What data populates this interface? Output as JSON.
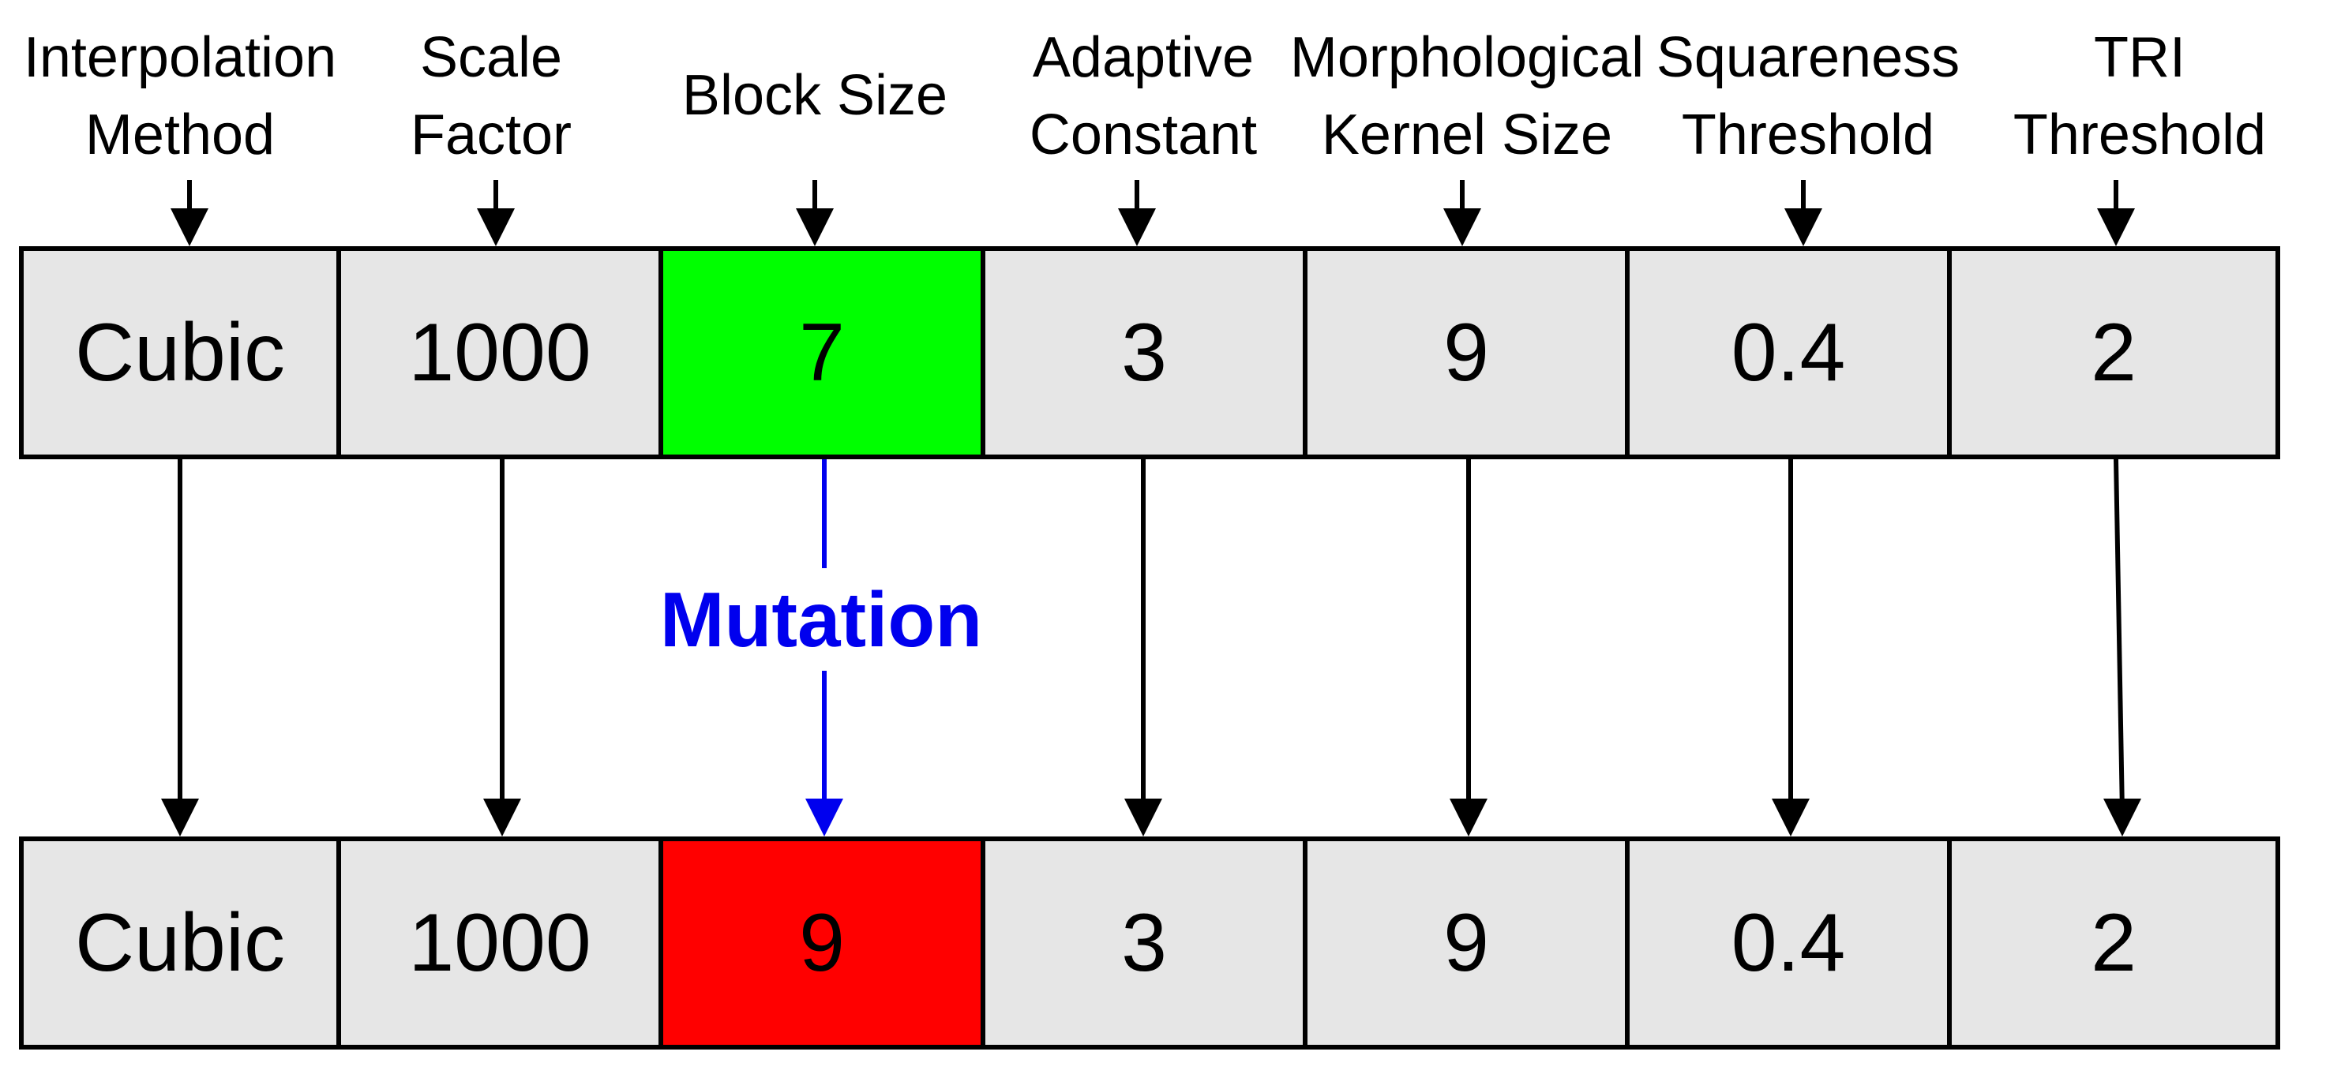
{
  "headers": [
    {
      "lines": [
        "Interpolation",
        "Method"
      ]
    },
    {
      "lines": [
        "Scale",
        "Factor"
      ]
    },
    {
      "lines": [
        "Block Size"
      ]
    },
    {
      "lines": [
        "Adaptive",
        "Constant"
      ]
    },
    {
      "lines": [
        "Morphological",
        "Kernel Size"
      ]
    },
    {
      "lines": [
        "Squareness",
        "Threshold"
      ]
    },
    {
      "lines": [
        "TRI",
        "Threshold"
      ]
    }
  ],
  "top_row": [
    "Cubic",
    "1000",
    "7",
    "3",
    "9",
    "0.4",
    "2"
  ],
  "bottom_row": [
    "Cubic",
    "1000",
    "9",
    "3",
    "9",
    "0.4",
    "2"
  ],
  "mutated_index": 2,
  "mutation_label": "Mutation",
  "colors": {
    "cell_fill": "#e6e6e6",
    "mutated_before": "#00ff00",
    "mutated_after": "#ff0000",
    "mutation_arrow": "#0000ee",
    "arrow": "#000000"
  }
}
